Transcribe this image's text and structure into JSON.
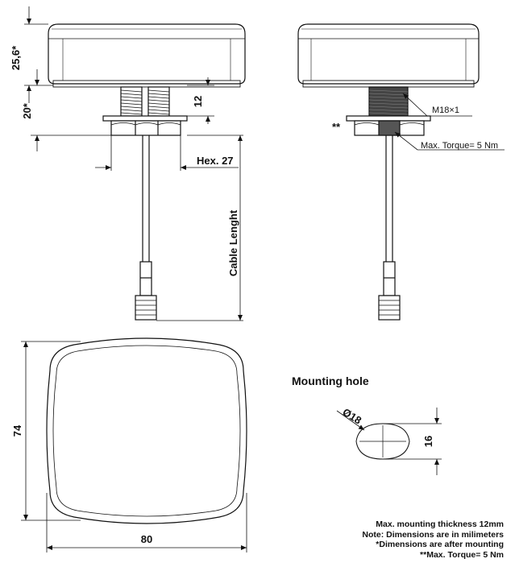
{
  "dimensions": {
    "body_height": "25,6*",
    "mount_height": "20*",
    "thread_length": "12",
    "hex": "Hex. 27",
    "cable_length": "Cable Lenght",
    "thread_spec": "M18×1",
    "torque": "Max. Torque= 5 Nm",
    "double_star": "**",
    "depth": "74",
    "width": "80",
    "hole_diameter": "Ø18",
    "hole_flat": "16"
  },
  "mounting_hole": {
    "title": "Mounting hole"
  },
  "notes": [
    "Max. mounting thickness 12mm",
    "Note: Dimensions are in milimeters",
    "*Dimensions are after mounting",
    "**Max. Torque= 5 Nm"
  ]
}
